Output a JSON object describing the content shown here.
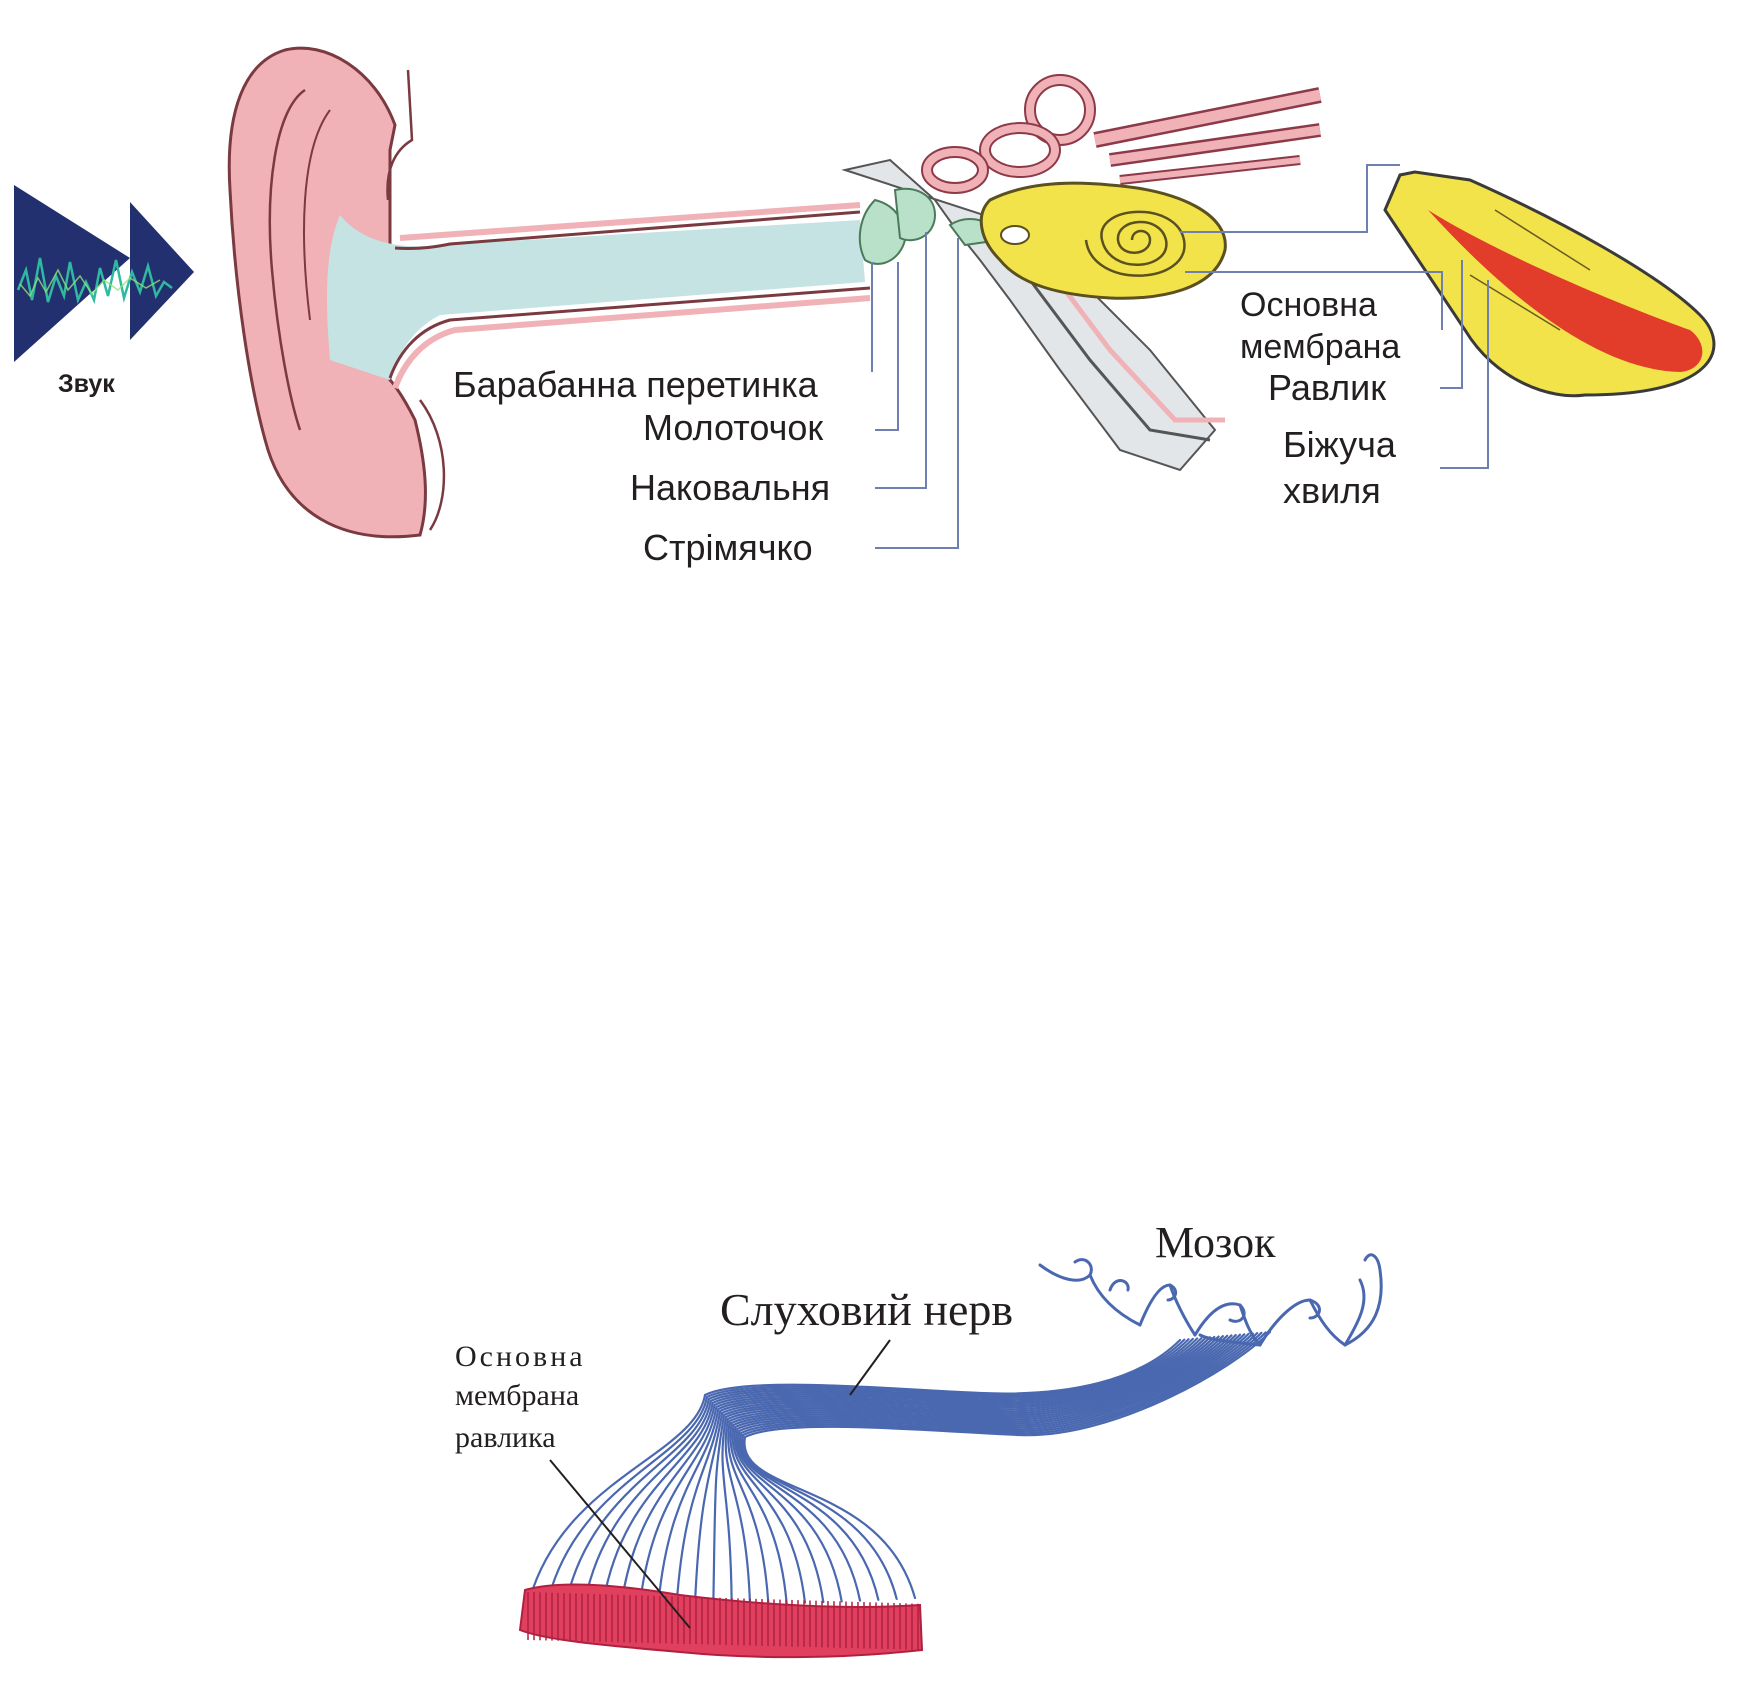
{
  "top_figure": {
    "sound_label": "Звук",
    "labels": {
      "eardrum": "Барабанна перетинка",
      "hammer": "Молоточок",
      "anvil": "Наковальня",
      "stirrup": "Стрімячко",
      "basilar_line1": "Основна",
      "basilar_line2": "мембрана",
      "cochlea": "Равлик",
      "wave_line1": "Біжуча",
      "wave_line2": "хвиля"
    }
  },
  "bottom_figure": {
    "labels": {
      "brain": "Мозок",
      "auditory_nerve": "Слуховий нерв",
      "membrane_line1": "Основна",
      "membrane_line2": "мембрана",
      "membrane_line3": "равлика"
    }
  },
  "colors": {
    "pinna": "#f0b2b6",
    "canal": "#c4e3e2",
    "cochlea_yellow": "#f2e34a",
    "wave_red": "#e23c2a",
    "nerve_blue": "#4a68b0",
    "membrane_red": "#e0405e",
    "sound_arrow": "#23306f"
  }
}
